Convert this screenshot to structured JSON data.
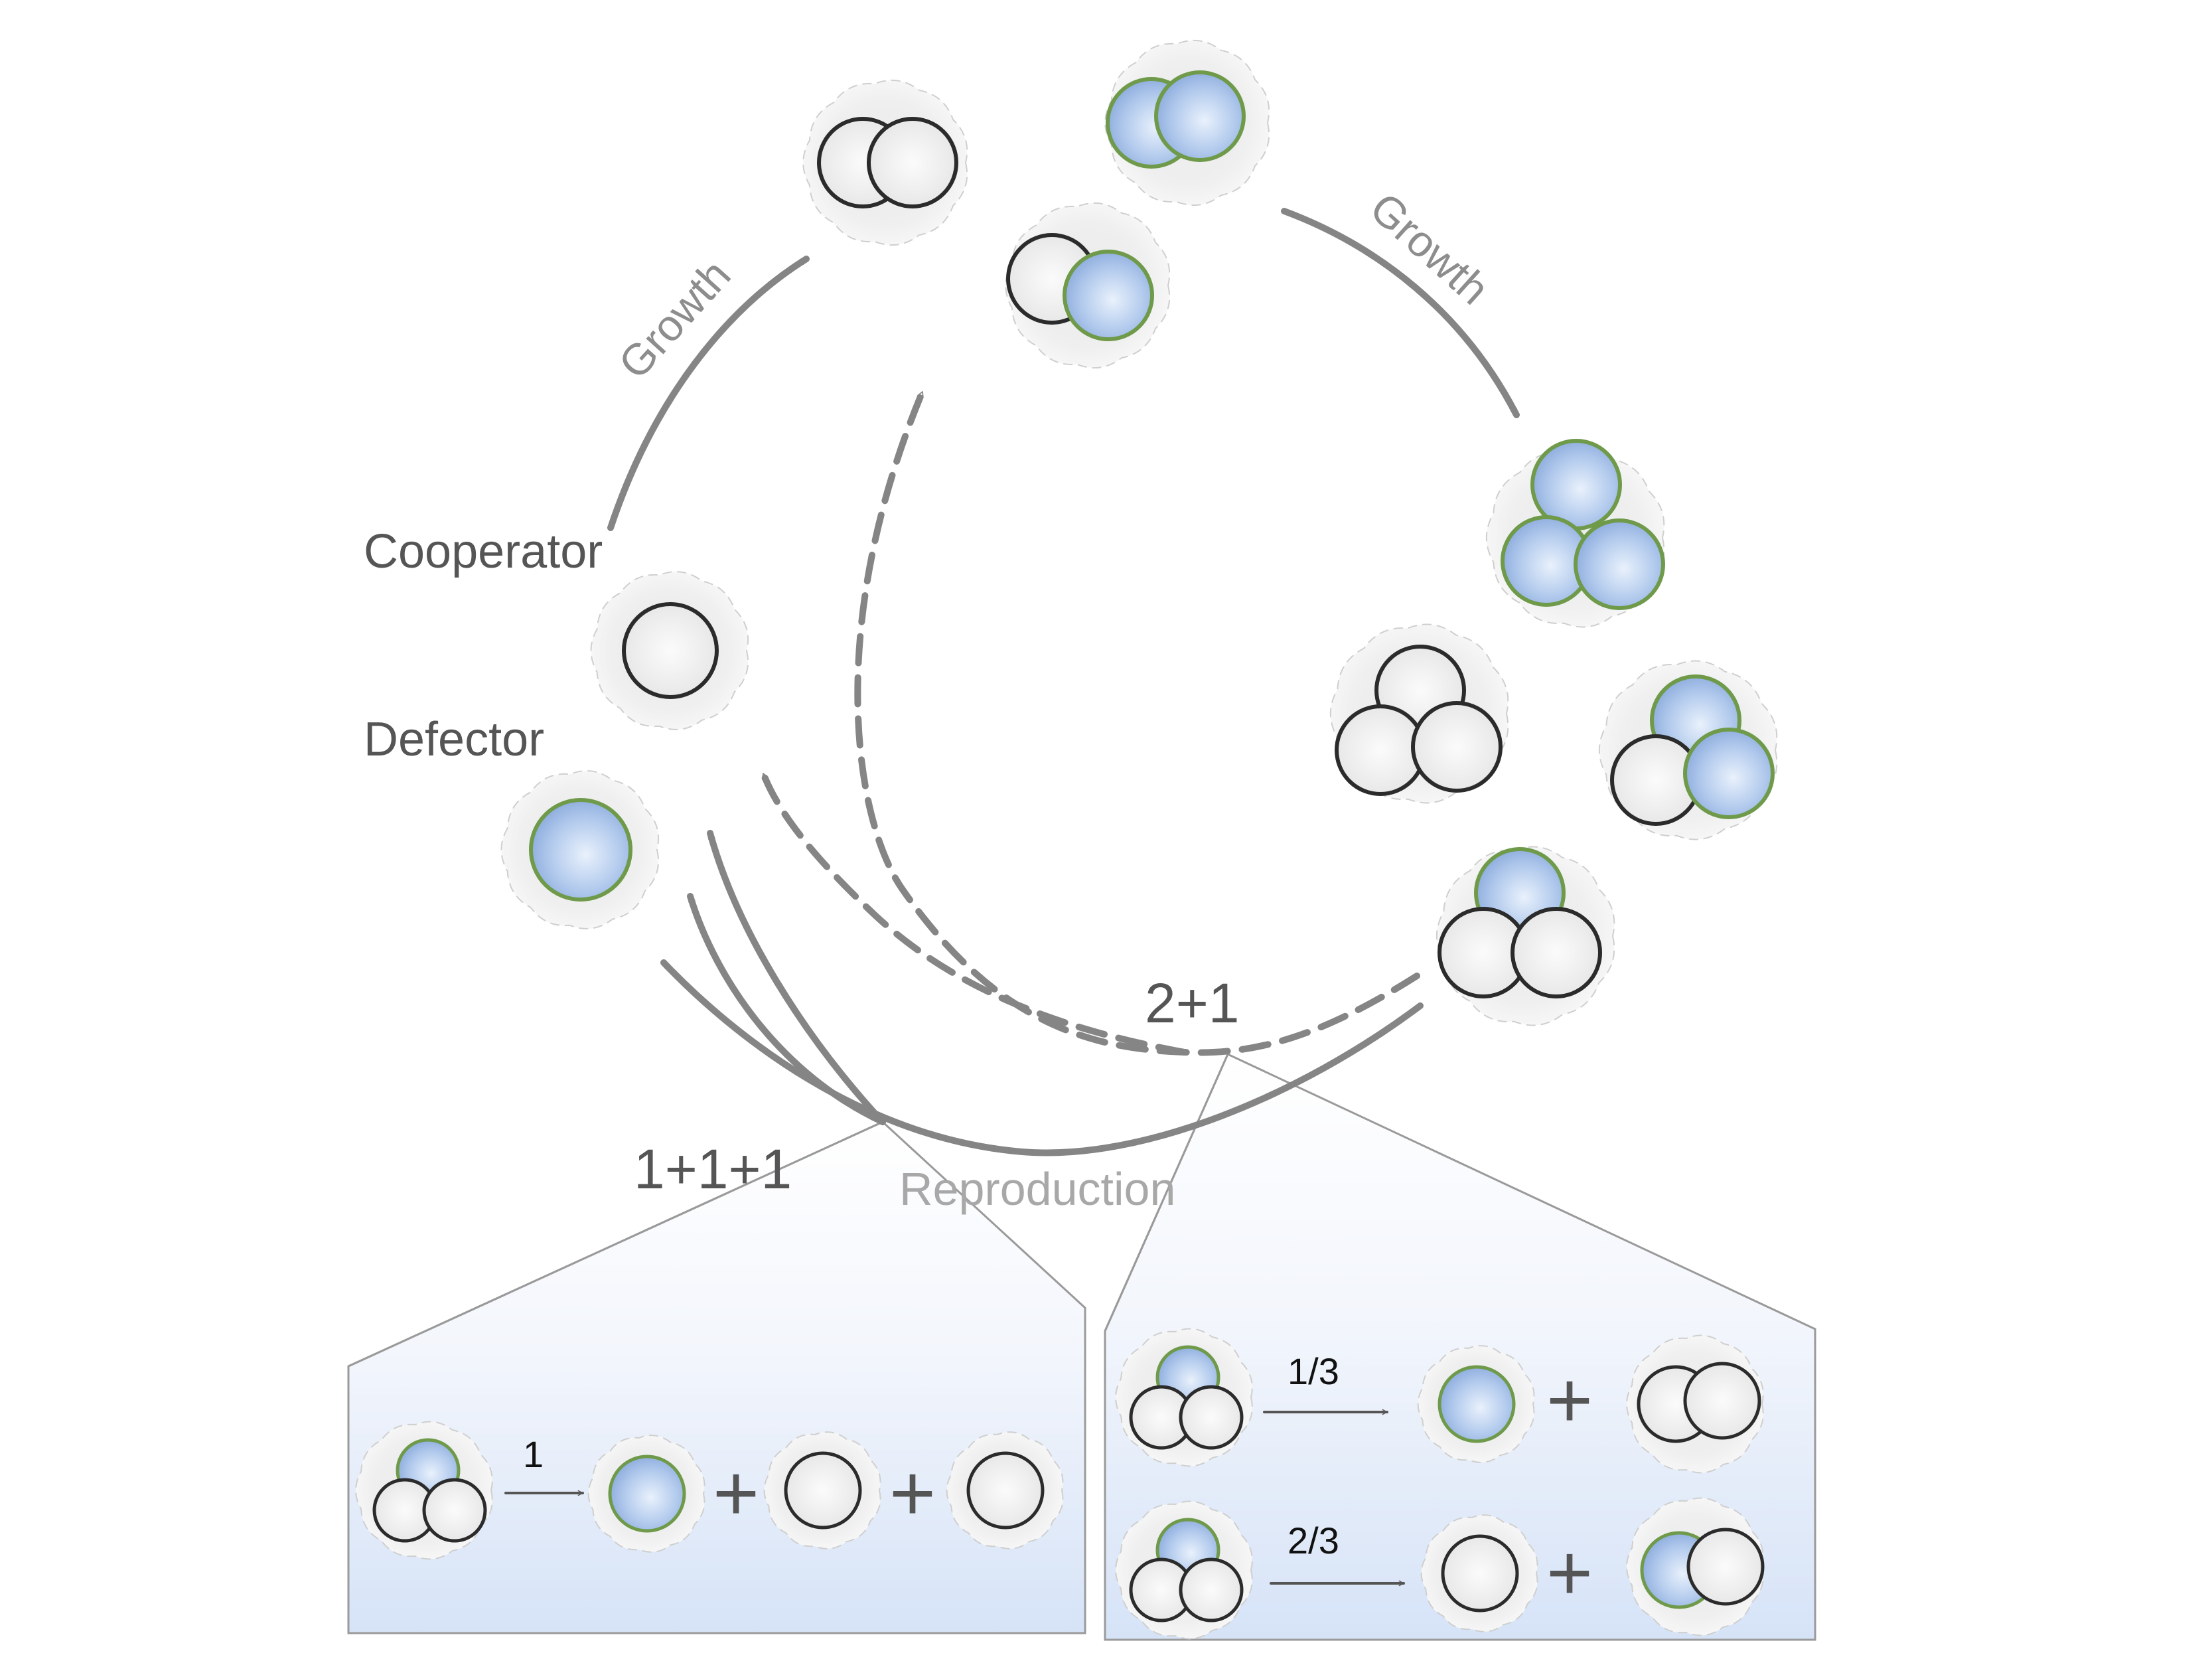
{
  "labels": {
    "growth_left": "Growth",
    "growth_right": "Growth",
    "cooperator": "Cooperator",
    "defector": "Defector",
    "strategy_a": "1+1+1",
    "strategy_b": "2+1",
    "reproduction": "Reproduction"
  },
  "panel_a": {
    "probability": "1",
    "plus": [
      "+",
      "+"
    ]
  },
  "panel_b": {
    "rows": [
      {
        "probability": "1/3",
        "plus": "+"
      },
      {
        "probability": "2/3",
        "plus": "+"
      }
    ]
  },
  "colors": {
    "cooperator_fill": "#f2f2f2",
    "cooperator_stroke": "#2b2b2b",
    "defector_fill": "#a9c4e8",
    "defector_stroke": "#6e9a4a",
    "arrow": "#858585",
    "panel_fill": "#e6eefb"
  }
}
